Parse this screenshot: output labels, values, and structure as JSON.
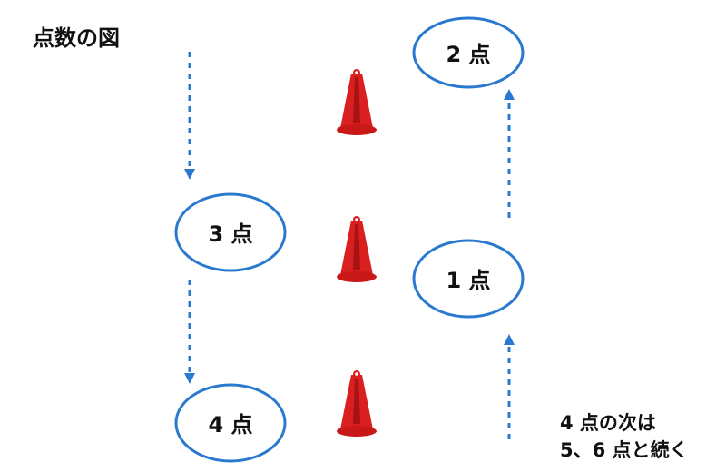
{
  "title": "点数の図",
  "colors": {
    "accent": "#2a79d0",
    "cone": "#d91f1f"
  },
  "zones": [
    {
      "label": "2 点"
    },
    {
      "label": "3 点"
    },
    {
      "label": "1 点"
    },
    {
      "label": "4 点"
    }
  ],
  "note": {
    "line1": "4 点の次は",
    "line2": "5、6 点と続く"
  },
  "icons": [
    "traffic-cone-icon",
    "arrow-down-icon",
    "arrow-up-icon"
  ]
}
